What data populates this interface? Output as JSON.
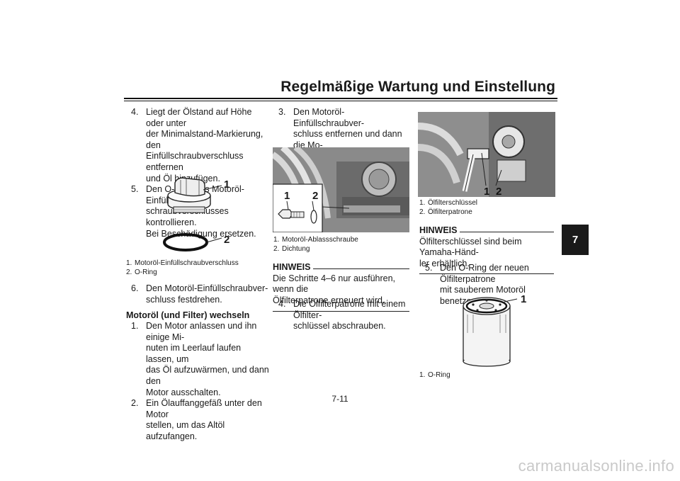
{
  "header": {
    "title": "Regelmäßige Wartung und Einstellung"
  },
  "chapter_tab": "7",
  "page_number": "7-11",
  "watermark": "carmanualsonline.info",
  "col1": {
    "steps_a": [
      {
        "num": "4.",
        "text": "Liegt der Ölstand auf Höhe oder unter\nder Minimalstand-Markierung, den\nEinfüllschraubverschluss entfernen\nund Öl hinzufügen."
      },
      {
        "num": "5.",
        "text": "Den O-Ring des Motoröl-Einfüll-\nschraubverschlusses kontrollieren.\nBei Beschädigung ersetzen."
      }
    ],
    "figure_labels": [
      "1",
      "2"
    ],
    "captions": [
      {
        "num": "1.",
        "text": "Motoröl-Einfüllschraubverschluss"
      },
      {
        "num": "2.",
        "text": "O-Ring"
      }
    ],
    "step6": {
      "num": "6.",
      "text": "Den Motoröl-Einfüllschraubver-\nschluss festdrehen."
    },
    "section_heading": "Motoröl (und Filter) wechseln",
    "steps_b": [
      {
        "num": "1.",
        "text": "Den Motor anlassen und ihn einige Mi-\nnuten im Leerlauf laufen lassen, um\ndas Öl aufzuwärmen, und dann den\nMotor ausschalten."
      },
      {
        "num": "2.",
        "text": "Ein Ölauffanggefäß unter den Motor\nstellen, um das Altöl aufzufangen."
      }
    ]
  },
  "col2": {
    "step3": {
      "num": "3.",
      "text": "Den Motoröl-Einfüllschraubver-\nschluss entfernen und dann die Mo-\ntoröl-Ablassschraube sowie die Dich-\ntung entfernen."
    },
    "figure_labels": [
      "1",
      "2"
    ],
    "captions": [
      {
        "num": "1.",
        "text": "Motoröl-Ablassschraube"
      },
      {
        "num": "2.",
        "text": "Dichtung"
      }
    ],
    "hinweis_title": "HINWEIS",
    "hinweis_text": "Die Schritte 4–6 nur ausführen, wenn die\nÖlfilterpatrone erneuert wird.",
    "step4": {
      "num": "4.",
      "text": "Die Ölfilterpatrone mit einem Ölfilter-\nschlüssel abschrauben."
    }
  },
  "col3": {
    "figure_labels": [
      "1",
      "2"
    ],
    "captions": [
      {
        "num": "1.",
        "text": "Ölfilterschlüssel"
      },
      {
        "num": "2.",
        "text": "Ölfilterpatrone"
      }
    ],
    "hinweis_title": "HINWEIS",
    "hinweis_text": "Ölfilterschlüssel sind beim Yamaha-Händ-\nler erhältlich.",
    "step5": {
      "num": "5.",
      "text": "Den O-Ring der neuen Ölfilterpatrone\nmit sauberem Motoröl benetzen."
    },
    "figure2_label": "1",
    "caption2": {
      "num": "1.",
      "text": "O-Ring"
    }
  }
}
